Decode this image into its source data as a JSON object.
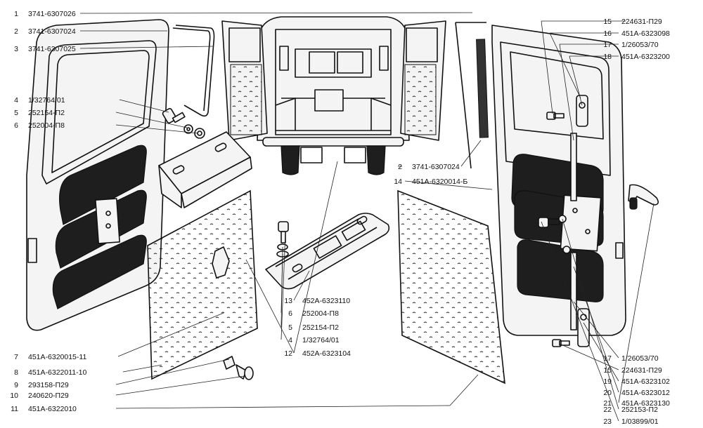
{
  "callouts_left": [
    {
      "num": "1",
      "code": "3741-6307026"
    },
    {
      "num": "2",
      "code": "3741-6307024"
    },
    {
      "num": "3",
      "code": "3741-6307025"
    },
    {
      "num": "4",
      "code": "1/32764/01"
    },
    {
      "num": "5",
      "code": "252154-П2"
    },
    {
      "num": "6",
      "code": "252004-П8"
    },
    {
      "num": "7",
      "code": "451А-6320015-11"
    },
    {
      "num": "8",
      "code": "451А-6322011-10"
    },
    {
      "num": "9",
      "code": "293158-П29"
    },
    {
      "num": "10",
      "code": "240620-П29"
    },
    {
      "num": "11",
      "code": "451А-6322010"
    }
  ],
  "callouts_center": [
    {
      "num": "2",
      "code": "3741-6307024"
    },
    {
      "num": "14",
      "code": "451А-6320014-Б"
    },
    {
      "num": "13",
      "code": "452А-6323110"
    },
    {
      "num": "6",
      "code": "252004-П8"
    },
    {
      "num": "5",
      "code": "252154-П2"
    },
    {
      "num": "4",
      "code": "1/32764/01"
    },
    {
      "num": "12",
      "code": "452А-6323104"
    }
  ],
  "callouts_right": [
    {
      "num": "15",
      "code": "224631-П29"
    },
    {
      "num": "16",
      "code": "451А-6323098"
    },
    {
      "num": "17",
      "code": "1/26053/70"
    },
    {
      "num": "18",
      "code": "451А-6323200"
    },
    {
      "num": "17",
      "code": "1/26053/70"
    },
    {
      "num": "15",
      "code": "224631-П29"
    },
    {
      "num": "19",
      "code": "451А-6323102"
    },
    {
      "num": "20",
      "code": "451А-6323012"
    },
    {
      "num": "21",
      "code": "451А-6323130"
    },
    {
      "num": "22",
      "code": "252153-П2"
    },
    {
      "num": "23",
      "code": "1/03899/01"
    }
  ]
}
